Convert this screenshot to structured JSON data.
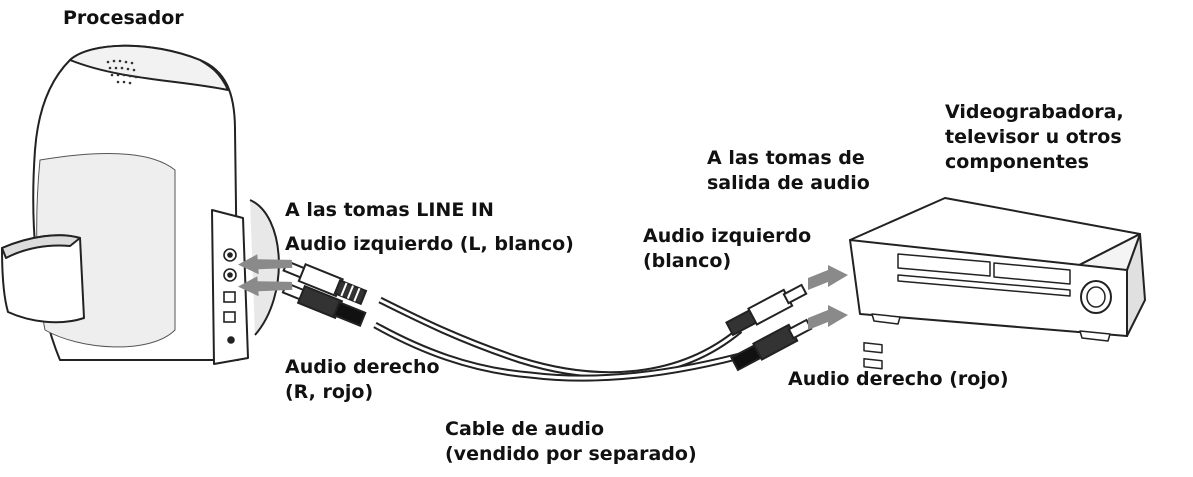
{
  "labels": {
    "processor": "Procesador",
    "line_in": "A las tomas LINE IN",
    "audio_left_in": "Audio izquierdo (L, blanco)",
    "audio_right_in_line1": "Audio derecho",
    "audio_right_in_line2": "(R, rojo)",
    "cable_line1": "Cable de audio",
    "cable_line2": "(vendido por separado)",
    "audio_out_line1": "A las tomas de",
    "audio_out_line2": "salida de audio",
    "audio_left_out_line1": "Audio izquierdo",
    "audio_left_out_line2": "(blanco)",
    "audio_right_out": "Audio derecho (rojo)",
    "component_line1": "Videograbadora,",
    "component_line2": "televisor u otros",
    "component_line3": "componentes"
  }
}
